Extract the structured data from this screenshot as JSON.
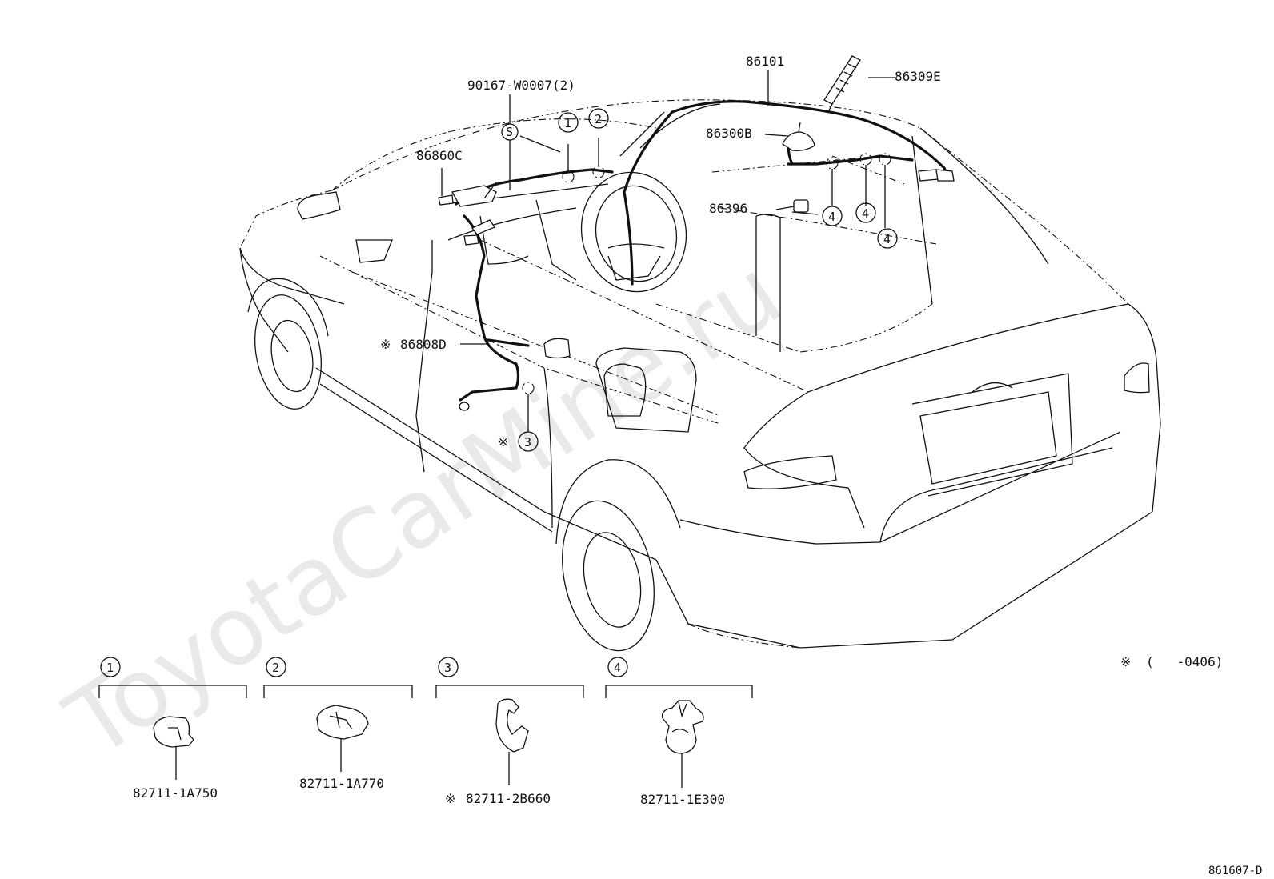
{
  "labels": {
    "bolt": "90167-W0007(2)",
    "cable_top": "86101",
    "antenna_pole": "86309E",
    "antenna_base": "86300B",
    "amp": "86860C",
    "grommet": "86396",
    "cable_lower": "86808D",
    "cable_lower_mark": "※",
    "bolt_marker": "S",
    "callout_1": "1",
    "callout_2": "2",
    "callout_3": "3",
    "callout_3_mark": "※",
    "callout_4": "4"
  },
  "detail_clamps": [
    {
      "number": "1",
      "part_no": "82711-1A750",
      "mark": ""
    },
    {
      "number": "2",
      "part_no": "82711-1A770",
      "mark": ""
    },
    {
      "number": "3",
      "part_no": "82711-2B660",
      "mark": "※"
    },
    {
      "number": "4",
      "part_no": "82711-1E300",
      "mark": ""
    }
  ],
  "footnote": {
    "mark": "※",
    "text": "(   -0406)"
  },
  "diagram_id": "861607-D",
  "watermark": "ToyotaCarMine.ru"
}
